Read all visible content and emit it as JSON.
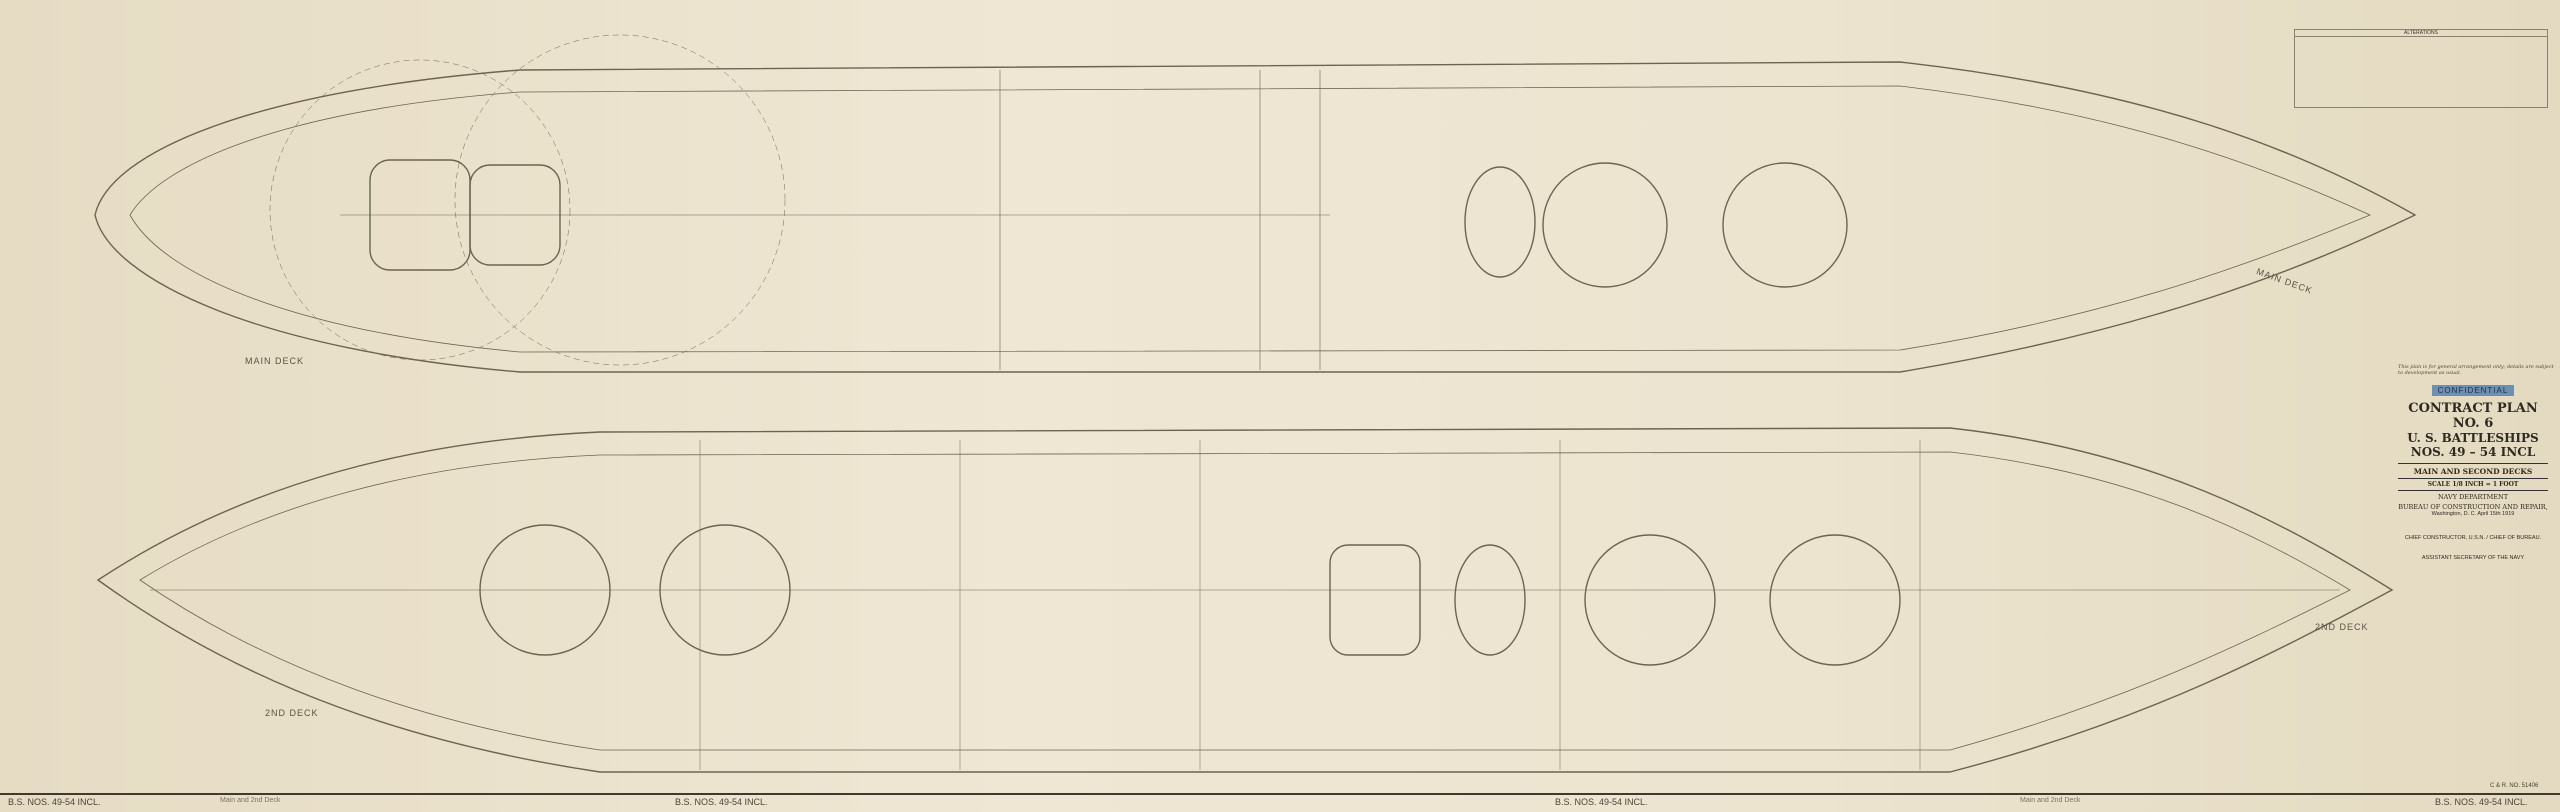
{
  "drawing": {
    "labels": {
      "main_deck_left": "MAIN DECK",
      "main_deck_right": "MAIN DECK",
      "second_deck_right": "2ND DECK",
      "second_deck_left": "2ND DECK"
    },
    "alterations_header": "ALTERATIONS",
    "note": "This plan is for general arrangement only; details are subject to development as usual.",
    "title_block": {
      "classification": "CONFIDENTIAL",
      "plan": "CONTRACT PLAN NO. 6",
      "ships": "U. S. BATTLESHIPS",
      "numbers": "NOS. 49 – 54 INCL",
      "subject": "MAIN AND SECOND DECKS",
      "scale": "SCALE 1/8 INCH = 1 FOOT",
      "department": "NAVY DEPARTMENT",
      "bureau": "BUREAU OF CONSTRUCTION AND REPAIR,",
      "place_date": "Washington, D. C. April 15th 1919",
      "signer_title": "CHIEF CONSTRUCTOR, U.S.N. / CHIEF OF BUREAU.",
      "approval_title": "ASSISTANT SECRETARY OF THE NAVY"
    },
    "footer": {
      "ship_ref": "B.S. NOS. 49-54 INCL.",
      "deck_ref": "Main and 2nd Deck",
      "cr_number": "C & R. NO. 51406"
    }
  }
}
